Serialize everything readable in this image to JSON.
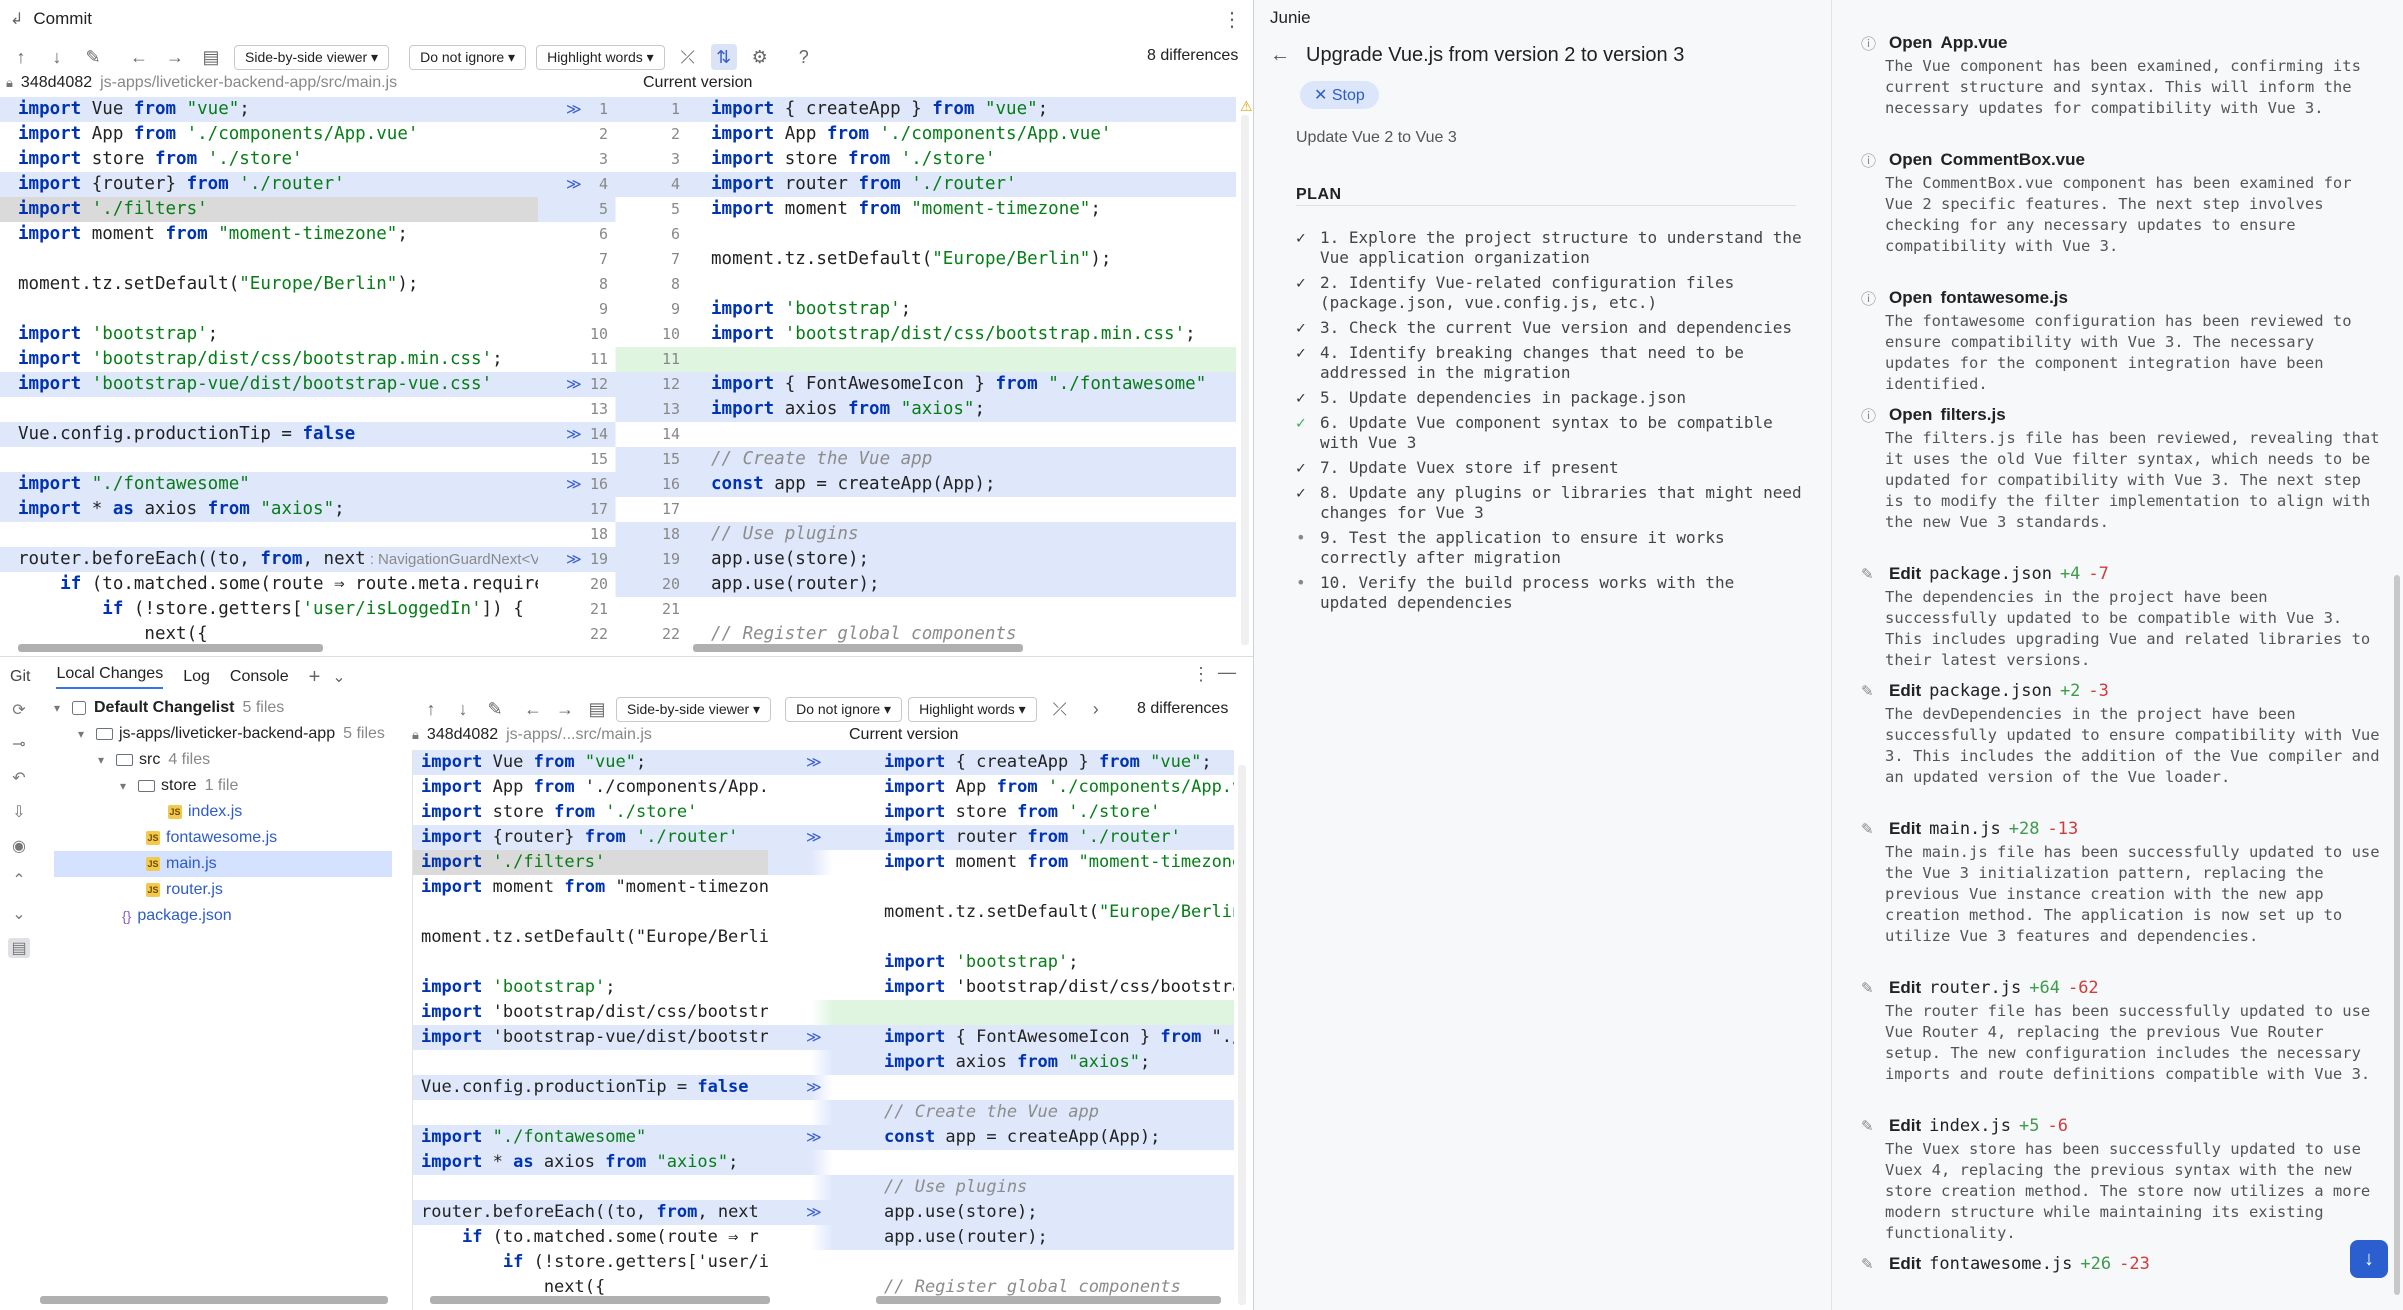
{
  "window": {
    "title": "Commit",
    "more": "⋮"
  },
  "top_diff": {
    "viewer": "Side-by-side viewer",
    "ignore": "Do not ignore",
    "highlight": "Highlight words",
    "differences": "8 differences",
    "revision": "348d4082",
    "path": "js-apps/liveticker-backend-app/src/main.js",
    "current": "Current version",
    "left_lines": [
      "import Vue from \"vue\";",
      "import App from './components/App.vue'",
      "import store from './store'",
      "import {router} from './router'",
      "import './filters'",
      "import moment from \"moment-timezone\";",
      "",
      "moment.tz.setDefault(\"Europe/Berlin\");",
      "",
      "import 'bootstrap';",
      "import 'bootstrap/dist/css/bootstrap.min.css';",
      "import 'bootstrap-vue/dist/bootstrap-vue.css'",
      "",
      "Vue.config.productionTip = false",
      "",
      "import \"./fontawesome\"",
      "import * as axios from \"axios\";",
      "",
      "router.beforeEach((to, from, next",
      "    if (to.matched.some(route => route.meta.requiresA",
      "        if (!store.getters['user/isLoggedIn']) {",
      "            next({"
    ],
    "inlay_hint": ": NavigationGuardNext<V",
    "left_nums": [
      "1",
      "2",
      "3",
      "4",
      "5",
      "6",
      "7",
      "8",
      "9",
      "10",
      "11",
      "12",
      "13",
      "14",
      "15",
      "16",
      "17",
      "18",
      "19",
      "20",
      "21",
      "22"
    ],
    "right_nums": [
      "1",
      "2",
      "3",
      "4",
      "5",
      "6",
      "7",
      "8",
      "9",
      "10",
      "11",
      "12",
      "13",
      "14",
      "15",
      "16",
      "17",
      "18",
      "19",
      "20",
      "21",
      "22"
    ],
    "right_lines": [
      "import { createApp } from \"vue\";",
      "import App from './components/App.vue'",
      "import store from './store'",
      "import router from './router'",
      "import moment from \"moment-timezone\";",
      "",
      "moment.tz.setDefault(\"Europe/Berlin\");",
      "",
      "import 'bootstrap';",
      "import 'bootstrap/dist/css/bootstrap.min.css';",
      "",
      "import { FontAwesomeIcon } from \"./fontawesome\"",
      "import axios from \"axios\";",
      "",
      "// Create the Vue app",
      "const app = createApp(App);",
      "",
      "// Use plugins",
      "app.use(store);",
      "app.use(router);",
      "",
      "// Register global components"
    ]
  },
  "bottom": {
    "tabs": [
      "Git",
      "Local Changes",
      "Log",
      "Console"
    ],
    "changelist": {
      "name": "Default Changelist",
      "count": "5 files"
    },
    "tree": [
      {
        "label": "js-apps/liveticker-backend-app",
        "meta": "5 files",
        "type": "folder"
      },
      {
        "label": "src",
        "meta": "4 files",
        "type": "folder"
      },
      {
        "label": "store",
        "meta": "1 file",
        "type": "folder"
      },
      {
        "label": "index.js",
        "meta": "",
        "type": "js"
      },
      {
        "label": "fontawesome.js",
        "meta": "",
        "type": "js"
      },
      {
        "label": "main.js",
        "meta": "",
        "type": "js"
      },
      {
        "label": "router.js",
        "meta": "",
        "type": "js"
      },
      {
        "label": "package.json",
        "meta": "",
        "type": "json"
      }
    ],
    "diff": {
      "viewer": "Side-by-side viewer",
      "ignore": "Do not ignore",
      "highlight": "Highlight words",
      "differences": "8 differences",
      "revision": "348d4082",
      "path": "js-apps/...src/main.js",
      "current": "Current version",
      "left_lines": [
        "import Vue from \"vue\";",
        "import App from './components/App.",
        "import store from './store'",
        "import {router} from './router'",
        "import './filters'",
        "import moment from \"moment-timezon",
        "",
        "moment.tz.setDefault(\"Europe/Berli",
        "",
        "import 'bootstrap';",
        "import 'bootstrap/dist/css/bootstr",
        "import 'bootstrap-vue/dist/bootstr",
        "",
        "Vue.config.productionTip = false",
        "",
        "import \"./fontawesome\"",
        "import * as axios from \"axios\";",
        "",
        "router.beforeEach((to, from, next",
        "    if (to.matched.some(route => r",
        "        if (!store.getters['user/i",
        "            next({"
      ],
      "right_lines": [
        "import { createApp } from \"vue\";",
        "import App from './components/App.vue'",
        "import store from './store'",
        "import router from './router'",
        "import moment from \"moment-timezone\";",
        "",
        "moment.tz.setDefault(\"Europe/Berlin\");",
        "",
        "import 'bootstrap';",
        "import 'bootstrap/dist/css/bootstrap.",
        "",
        "import { FontAwesomeIcon } from \"./fo",
        "import axios from \"axios\";",
        "",
        "// Create the Vue app",
        "const app = createApp(App);",
        "",
        "// Use plugins",
        "app.use(store);",
        "app.use(router);",
        "",
        "// Register global components"
      ]
    }
  },
  "junie": {
    "header": "Junie",
    "task_title": "Upgrade Vue.js from version 2 to version 3",
    "stop": "Stop",
    "subtitle": "Update Vue 2 to Vue 3",
    "plan_label": "PLAN",
    "plan": [
      "1. Explore the project structure to understand the Vue application organization",
      "2. Identify Vue-related configuration files (package.json, vue.config.js, etc.)",
      "3. Check the current Vue version and dependencies",
      "4. Identify breaking changes that need to be addressed in the migration",
      "5. Update dependencies in package.json",
      "6. Update Vue component syntax to be compatible with Vue 3",
      "7. Update Vuex store if present",
      "8. Update any plugins or libraries that might need changes for Vue 3",
      "9. Test the application to ensure it works correctly after migration",
      "10. Verify the build process works with the updated dependencies"
    ],
    "log": [
      {
        "action": "Open",
        "file": "App.vue",
        "plus": "",
        "minus": "",
        "text": "The Vue component has been examined, confirming its current structure and syntax. This will inform the necessary updates for compatibility with Vue 3."
      },
      {
        "action": "Open",
        "file": "CommentBox.vue",
        "plus": "",
        "minus": "",
        "text": "The CommentBox.vue component has been examined for Vue 2 specific features. The next step involves checking for any necessary updates to ensure compatibility with Vue 3."
      },
      {
        "action": "Open",
        "file": "fontawesome.js",
        "plus": "",
        "minus": "",
        "text": "The fontawesome configuration has been reviewed to ensure compatibility with Vue 3. The necessary updates for the component integration have been identified."
      },
      {
        "action": "Open",
        "file": "filters.js",
        "plus": "",
        "minus": "",
        "text": "The filters.js file has been reviewed, revealing that it uses the old Vue filter syntax, which needs to be updated for compatibility with Vue 3. The next step is to modify the filter implementation to align with the new Vue 3 standards."
      },
      {
        "action": "Edit",
        "file": "package.json",
        "plus": "+4",
        "minus": "-7",
        "text": "The dependencies in the project have been successfully updated to be compatible with Vue 3. This includes upgrading Vue and related libraries to their latest versions."
      },
      {
        "action": "Edit",
        "file": "package.json",
        "plus": "+2",
        "minus": "-3",
        "text": "The devDependencies in the project have been successfully updated to ensure compatibility with Vue 3. This includes the addition of the Vue compiler and an updated version of the Vue loader."
      },
      {
        "action": "Edit",
        "file": "main.js",
        "plus": "+28",
        "minus": "-13",
        "text": "The main.js file has been successfully updated to use the Vue 3 initialization pattern, replacing the previous Vue instance creation with the new app creation method. The application is now set up to utilize Vue 3 features and dependencies."
      },
      {
        "action": "Edit",
        "file": "router.js",
        "plus": "+64",
        "minus": "-62",
        "text": "The router file has been successfully updated to use Vue Router 4, replacing the previous Vue Router setup. The new configuration includes the necessary imports and route definitions compatible with Vue 3."
      },
      {
        "action": "Edit",
        "file": "index.js",
        "plus": "+5",
        "minus": "-6",
        "text": "The Vuex store has been successfully updated to use Vuex 4, replacing the previous syntax with the new store creation method. The store now utilizes a more modern structure while maintaining its existing functionality."
      },
      {
        "action": "Edit",
        "file": "fontawesome.js",
        "plus": "+26",
        "minus": "-23",
        "text": ""
      }
    ]
  }
}
